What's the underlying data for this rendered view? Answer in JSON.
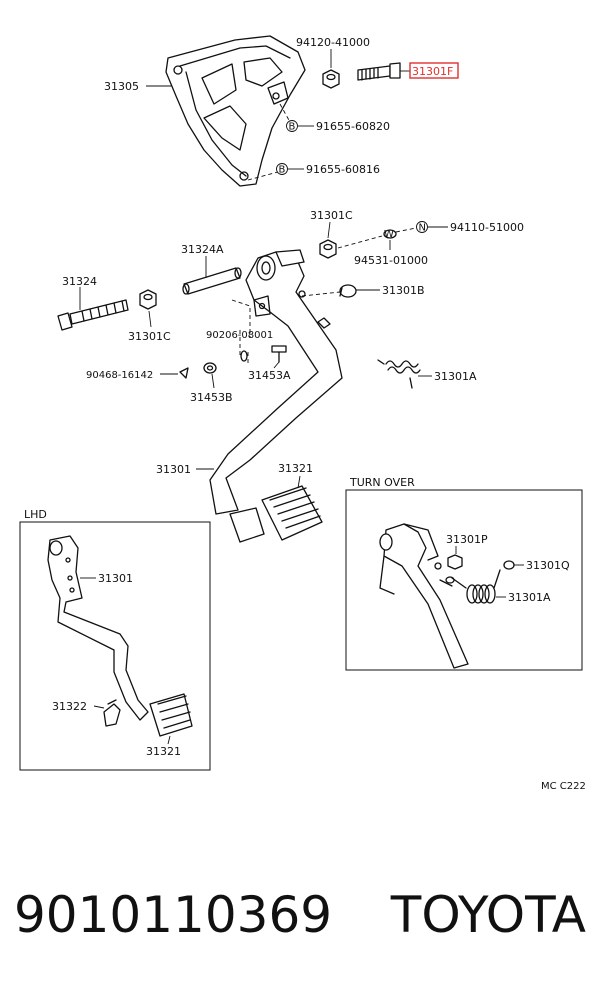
{
  "labels": {
    "p31305": "31305",
    "p94120_41000": "94120-41000",
    "p31301f": "31301F",
    "p91655_60820": "91655-60820",
    "p91655_60816": "91655-60816",
    "p31301c_top": "31301C",
    "p94110_51000": "94110-51000",
    "p94531_01000": "94531-01000",
    "p31324a": "31324A",
    "p31324": "31324",
    "p31301b": "31301B",
    "p31301c_left": "31301C",
    "p90206_08001": "90206-08001",
    "p90468_16142": "90468-16142",
    "p31453a": "31453A",
    "p31453b": "31453B",
    "p31301a_main": "31301A",
    "p31301_main": "31301",
    "p31321_main": "31321",
    "turn_over_title": "TURN OVER",
    "p31301p": "31301P",
    "p31301q": "31301Q",
    "p31301a_inset": "31301A",
    "lhd_title": "LHD",
    "p31301_lhd": "31301",
    "p31322": "31322",
    "p31321_lhd": "31321",
    "circle_b1": "B",
    "circle_b2": "B",
    "circle_w": "W",
    "circle_n": "N",
    "code": "MC C222"
  },
  "highlight_color": "#e03030",
  "footer": {
    "number": "9010110369",
    "brand": "TOYOTA"
  }
}
